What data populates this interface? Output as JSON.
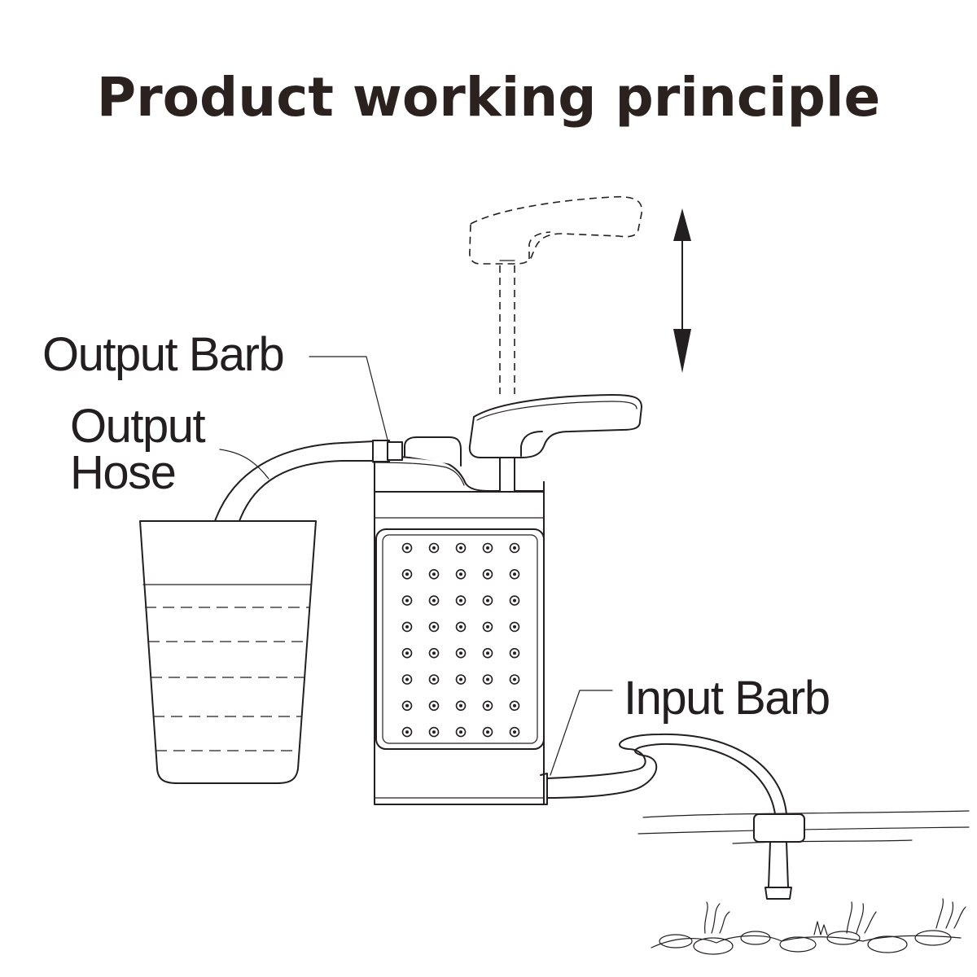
{
  "title": "Product working principle",
  "labels": {
    "output_barb": "Output Barb",
    "output_hose_line1": "Output",
    "output_hose_line2": "Hose",
    "input_barb": "Input Barb"
  }
}
